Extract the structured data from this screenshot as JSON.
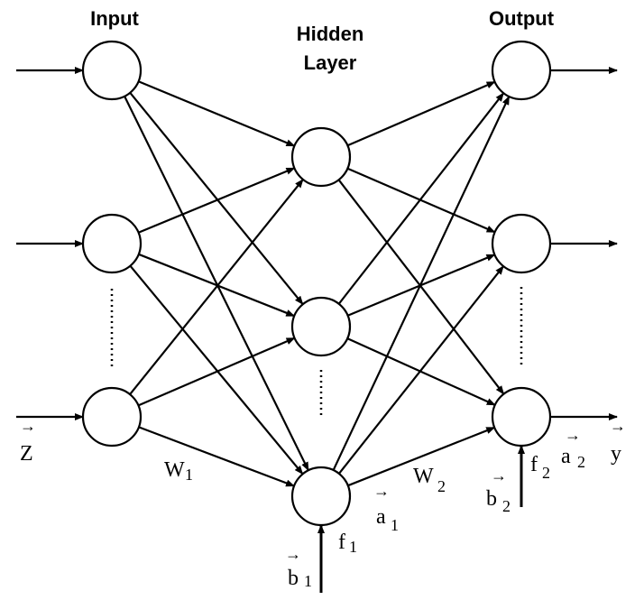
{
  "headers": {
    "input": "Input",
    "hidden_line1": "Hidden",
    "hidden_line2": "Layer",
    "output": "Output"
  },
  "symbols": {
    "z": "Z",
    "w1": "W",
    "w1_sub": "1",
    "w2": "W",
    "w2_sub": "2",
    "a1": "a",
    "a1_sub": "1",
    "f1": "f",
    "f1_sub": "1",
    "b1": "b",
    "b1_sub": "1",
    "b2": "b",
    "b2_sub": "2",
    "f2": "f",
    "f2_sub": "2",
    "a2": "a",
    "a2_sub": "2",
    "y": "y",
    "vector_arrow": "→"
  },
  "layers": {
    "input_nodes": 3,
    "hidden_nodes": 3,
    "output_nodes": 3
  }
}
